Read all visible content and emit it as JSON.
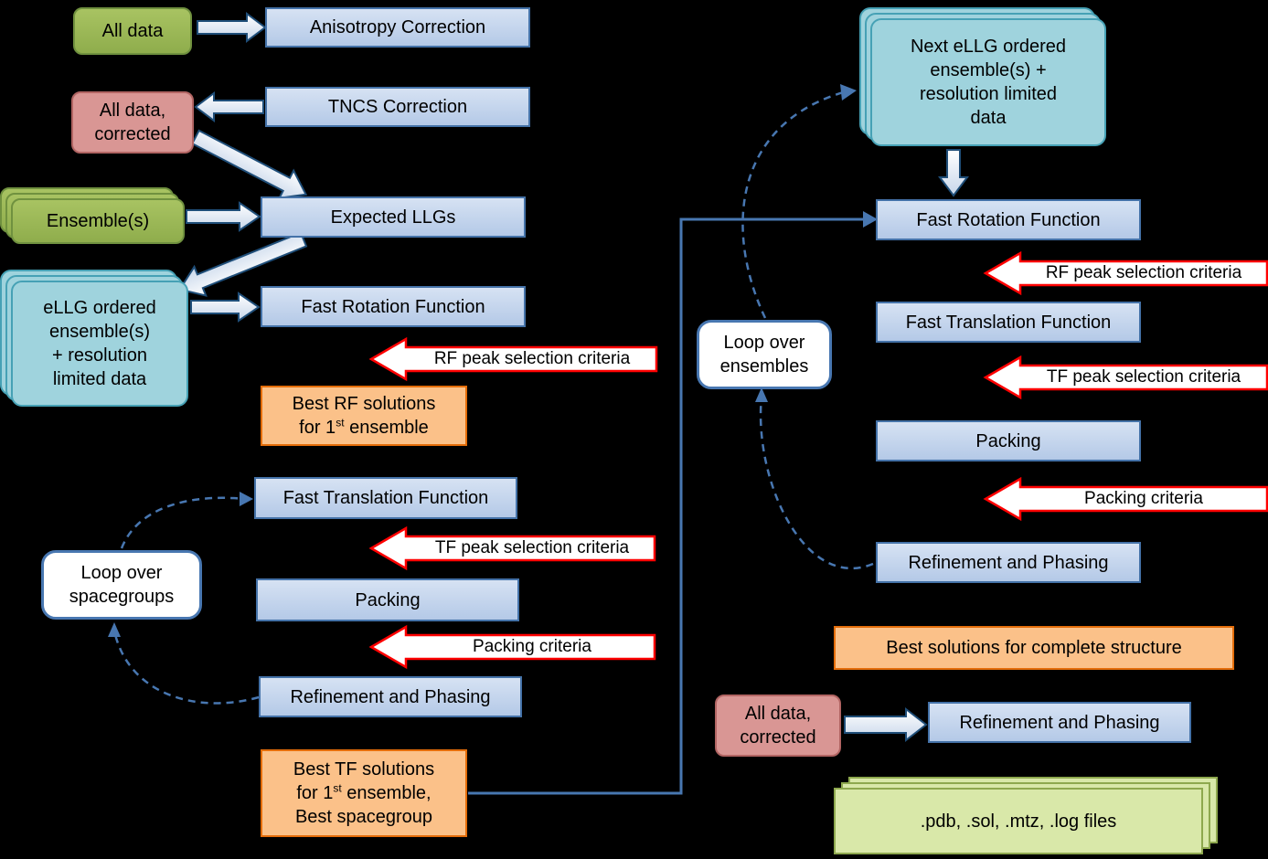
{
  "colors": {
    "background": "#000000",
    "process_fill": "#c9d9ee",
    "process_border": "#4472a8",
    "input_green_fill": "#9bbb59",
    "input_green_border": "#70913f",
    "data_pink_fill": "#d99694",
    "data_pink_border": "#b26563",
    "ensemble_teal_fill": "#9fd3dd",
    "ensemble_teal_border": "#46a1b5",
    "result_orange_fill": "#fbc189",
    "result_orange_border": "#e46d0a",
    "output_green_fill": "#d9e8a9",
    "output_green_border": "#8ea84e",
    "criteria_arrow_border": "#ff0000",
    "connector_blue": "#4877b1",
    "flow_arrow_border": "#1f4e79"
  },
  "left_flow": {
    "all_data": "All data",
    "anisotropy_correction": "Anisotropy Correction",
    "tncs_correction": "TNCS Correction",
    "all_data_corrected": "All data,\ncorrected",
    "ensembles": "Ensemble(s)",
    "expected_llgs": "Expected LLGs",
    "ellg_ensembles": "eLLG ordered\nensemble(s)\n+ resolution\nlimited data",
    "fast_rotation": "Fast Rotation Function",
    "rf_criteria": "RF peak selection criteria",
    "best_rf": {
      "line1": "Best RF solutions",
      "line2_pre": "for 1",
      "sup": "st",
      "line2_post": " ensemble"
    },
    "fast_translation": "Fast Translation Function",
    "tf_criteria": "TF peak selection criteria",
    "packing": "Packing",
    "packing_criteria": "Packing criteria",
    "refinement": "Refinement and Phasing",
    "loop_spacegroups": "Loop over\nspacegroups",
    "best_tf": {
      "line1": "Best TF solutions",
      "line2_pre": "for 1",
      "sup": "st",
      "line2_post": " ensemble,",
      "line3": "Best spacegroup"
    }
  },
  "right_flow": {
    "next_ellg": "Next eLLG ordered\nensemble(s) +\nresolution limited\ndata",
    "fast_rotation": "Fast Rotation Function",
    "rf_criteria": "RF peak selection criteria",
    "fast_translation": "Fast Translation Function",
    "tf_criteria": "TF peak selection criteria",
    "packing": "Packing",
    "packing_criteria": "Packing criteria",
    "refinement": "Refinement and Phasing",
    "loop_ensembles": "Loop over\nensembles",
    "best_solutions": "Best solutions for complete structure",
    "all_data_corrected": "All data,\ncorrected",
    "final_refinement": "Refinement and Phasing",
    "output_files": ".pdb, .sol, .mtz, .log files"
  }
}
